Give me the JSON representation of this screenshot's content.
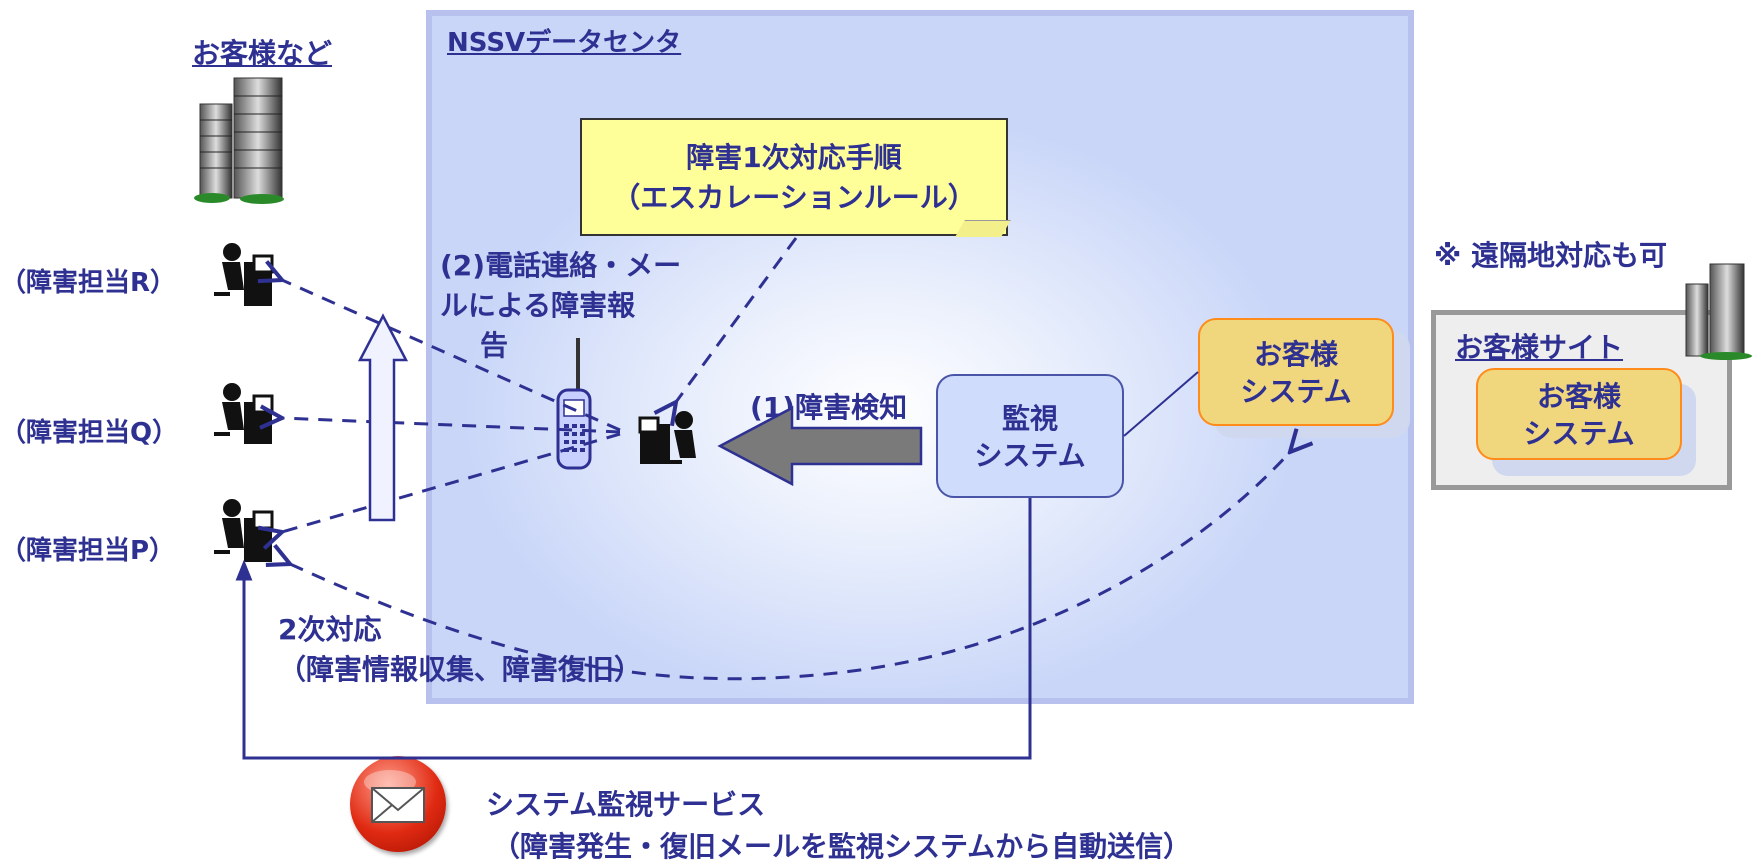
{
  "datacenter_title": "NSSVデータセンタ",
  "customers_title": "お客様など",
  "procedure_note": {
    "line1": "障害1次対応手順",
    "line2": "（エスカレーションルール）"
  },
  "staff": {
    "r": "（障害担当R）",
    "q": "（障害担当Q）",
    "p": "（障害担当P）"
  },
  "phone_report": {
    "line1": "(2)電話連絡・メー",
    "line2": "ルによる障害報",
    "line3": "告"
  },
  "detection_label": "(1)障害検知",
  "monitor_system": {
    "line1": "監視",
    "line2": "システム"
  },
  "customer_system": {
    "line1": "お客様",
    "line2": "システム"
  },
  "remote": {
    "note": "※  遠隔地対応も可",
    "site_title": "お客様サイト",
    "system_line1": "お客様",
    "system_line2": "システム"
  },
  "secondary": {
    "line1": "2次対応",
    "line2": "（障害情報収集、障害復旧）"
  },
  "monitoring_service": {
    "line1": "システム監視サービス",
    "line2": "（障害発生・復旧メールを監視システムから自動送信）"
  },
  "icons": [
    "building-icon",
    "operator-icon",
    "phone-icon",
    "mail-icon"
  ]
}
